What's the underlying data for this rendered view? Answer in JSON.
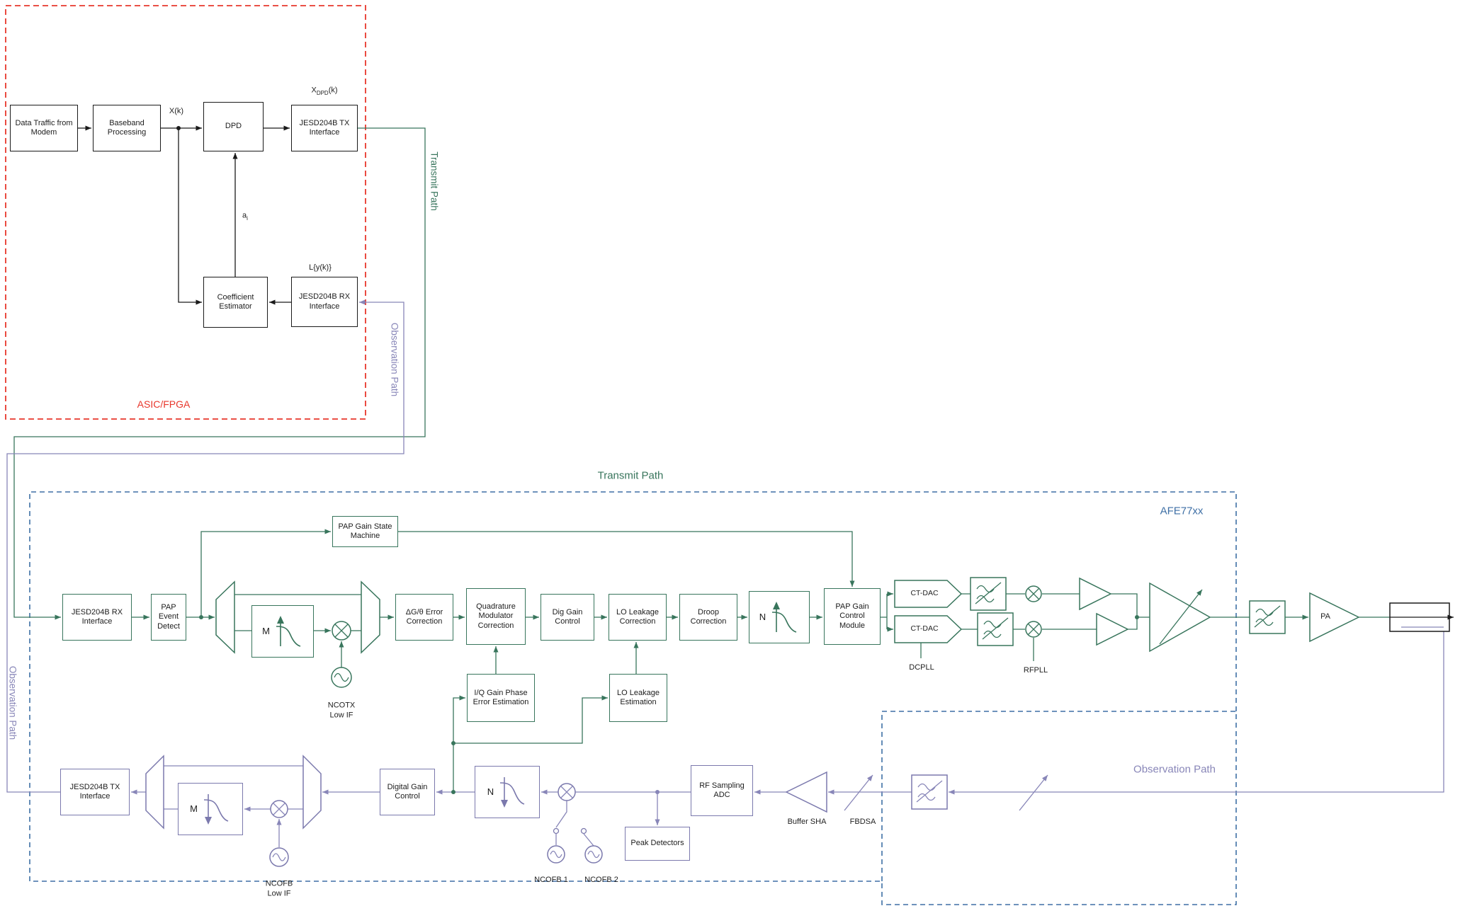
{
  "asic": {
    "title": "ASIC/FPGA",
    "data_traffic": "Data Traffic from Modem",
    "baseband": "Baseband Processing",
    "dpd": "DPD",
    "jesd_tx": "JESD204B TX Interface",
    "coeff": "Coefficient Estimator",
    "jesd_rx": "JESD204B RX Interface",
    "sig_xk": "X(k)",
    "sig_x": "X",
    "sig_x_sub": "DPD",
    "sig_x_rest": "(k)",
    "sig_ly": "L{y(k)}",
    "sig_a": "a",
    "sig_a_sub": "i"
  },
  "path_labels": {
    "transmit_vert": "Transmit Path",
    "transmit_top": "Transmit Path",
    "obs_vert_mid": "Observation Path",
    "obs_vert_left": "Observation Path",
    "obs_right": "Observation Path"
  },
  "afe": {
    "title": "AFE77xx",
    "jesd_rx": "JESD204B RX Interface",
    "pap_event": "PAP Event Detect",
    "pap_gsm": "PAP Gain State Machine",
    "m": "M",
    "n": "N",
    "ncotx_line1": "NCOTX",
    "ncotx_line2": "Low IF",
    "dg_theta": "ΔG/θ Error Correction",
    "quad_mod": "Quadrature Modulator Correction",
    "dig_gain": "Dig Gain Control",
    "lo_leak_corr": "LO Leakage Correction",
    "droop": "Droop Correction",
    "pap_gcm": "PAP Gain Control Module",
    "iq_est": "I/Q Gain Phase Error Estimation",
    "lo_est": "LO Leakage Estimation",
    "ct_dac": "CT-DAC",
    "dcpll": "DCPLL",
    "rfpll": "RFPLL",
    "pa": "PA",
    "jesd_tx": "JESD204B TX Interface",
    "dgc": "Digital Gain Control",
    "ncofb_line1": "NCOFB",
    "ncofb_line2": "Low IF",
    "ncofb1": "NCOFB 1",
    "ncofb2": "NCOFB 2",
    "peak": "Peak Detectors",
    "adc": "RF Sampling ADC",
    "buffer_sha": "Buffer SHA",
    "fbdsa": "FBDSA"
  }
}
